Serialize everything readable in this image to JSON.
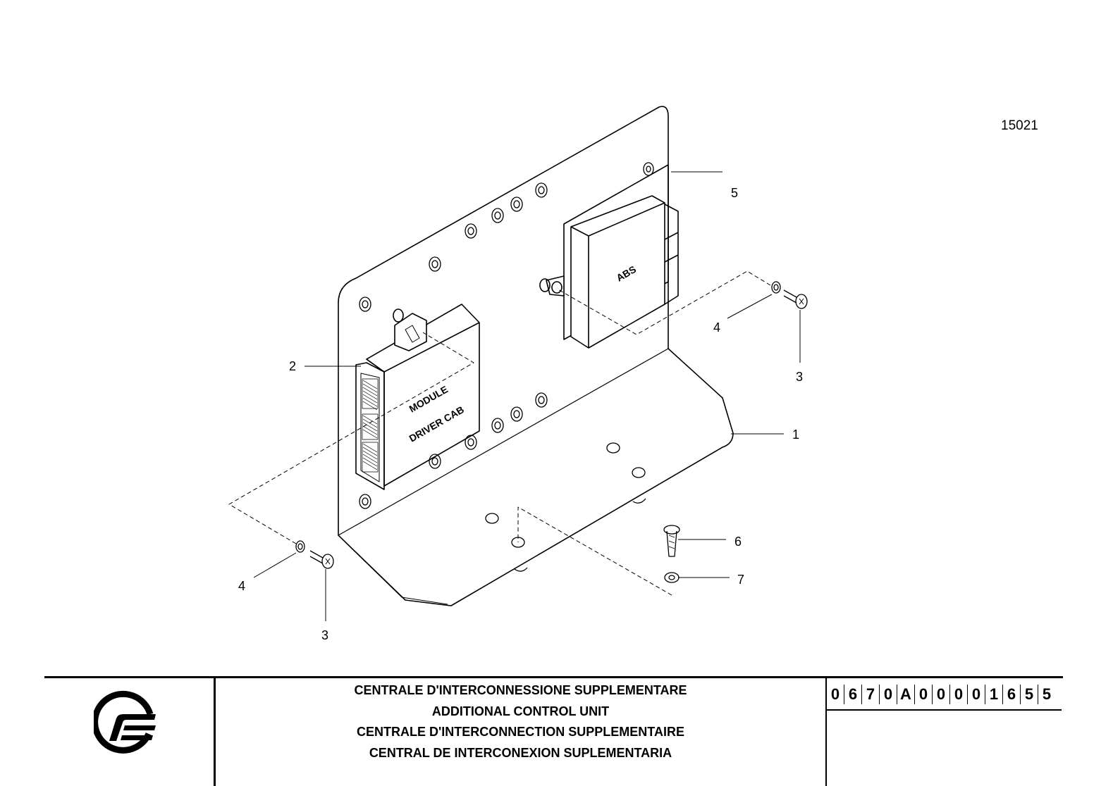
{
  "drawing": {
    "reference_number": "15021",
    "module_label_line1": "MODULE",
    "module_label_line2": "DRIVER CAB",
    "abs_label": "ABS",
    "callouts": [
      {
        "id": "callout-1",
        "text": "1"
      },
      {
        "id": "callout-2",
        "text": "2"
      },
      {
        "id": "callout-3-right",
        "text": "3"
      },
      {
        "id": "callout-4-right",
        "text": "4"
      },
      {
        "id": "callout-5",
        "text": "5"
      },
      {
        "id": "callout-6",
        "text": "6"
      },
      {
        "id": "callout-7",
        "text": "7"
      },
      {
        "id": "callout-4-left",
        "text": "4"
      },
      {
        "id": "callout-3-left",
        "text": "3"
      }
    ]
  },
  "title_block": {
    "titles": [
      "CENTRALE D'INTERCONNESSIONE SUPPLEMENTARE",
      "ADDITIONAL CONTROL UNIT",
      "CENTRALE D'INTERCONNECTION SUPPLEMENTAIRE",
      "CENTRAL DE INTERCONEXION SUPLEMENTARIA"
    ],
    "code_digits": [
      "0",
      "6",
      "7",
      "0",
      "A",
      "0",
      "0",
      "0",
      "0",
      "1",
      "6",
      "5",
      "5"
    ]
  }
}
